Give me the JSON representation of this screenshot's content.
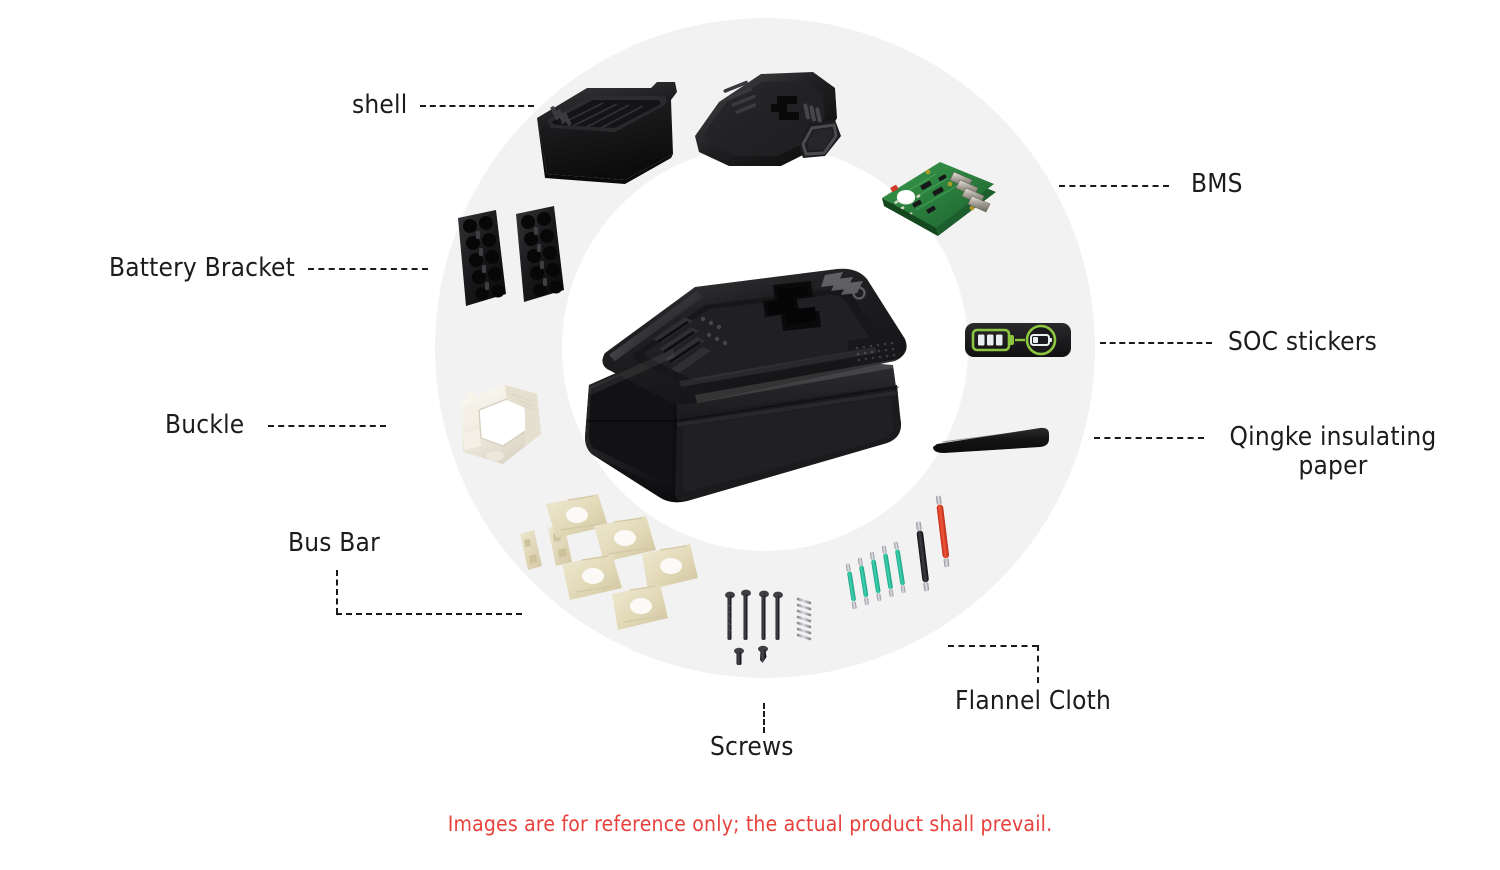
{
  "figure": {
    "title_alt": "Exploded view of power tool battery pack components",
    "disclaimer": "Images are for reference only; the actual product shall prevail.",
    "disclaimer_color": "#e8413c",
    "background_color": "#ffffff",
    "ring_color": "#f2f2f2"
  },
  "labels": {
    "shell": "shell",
    "battery_bracket": "Battery Bracket",
    "buckle": "Buckle",
    "bus_bar": "Bus Bar",
    "screws": "Screws",
    "flannel_cloth": "Flannel Cloth",
    "qingke_insulating_paper": "Qingke insulating paper",
    "soc_stickers": "SOC stickers",
    "bms": "BMS"
  },
  "parts": [
    {
      "id": "shell",
      "label": "shell",
      "color": "#161616",
      "count": 2,
      "description": "black plastic housing halves"
    },
    {
      "id": "battery-bracket",
      "label": "Battery Bracket",
      "color": "#1a1a1a",
      "count": 2,
      "description": "cell holder brackets"
    },
    {
      "id": "buckle",
      "label": "Buckle",
      "color": "#f1ece0",
      "count": 1,
      "description": "white plastic latch buckle"
    },
    {
      "id": "bus-bar",
      "label": "Bus Bar",
      "color": "#e4dcbe",
      "count": 7,
      "description": "nickel bus bar strips"
    },
    {
      "id": "screws",
      "label": "Screws",
      "color": "#2b2b2b",
      "count": 7,
      "description": "long screws, short screws and spring"
    },
    {
      "id": "flannel-cloth",
      "label": "Flannel Cloth",
      "color": "#25b79a",
      "count": 8,
      "description": "coloured lead wires"
    },
    {
      "id": "qingke-insulating-paper",
      "label": "Qingke insulating paper",
      "color": "#161616",
      "count": 1,
      "description": "black insulating strip"
    },
    {
      "id": "soc-stickers",
      "label": "SOC stickers",
      "color": "#7ec242",
      "count": 1,
      "description": "state of charge indicator sticker"
    },
    {
      "id": "bms",
      "label": "BMS",
      "color": "#2a7a3c",
      "count": 1,
      "description": "battery management system PCB"
    },
    {
      "id": "battery-pack",
      "label": "battery pack",
      "color": "#1e1e1e",
      "count": 1,
      "description": "assembled battery pack"
    }
  ],
  "chart_data": {
    "type": "diagram",
    "title": "Battery pack exploded parts diagram",
    "center_item": "assembled battery pack",
    "callouts": [
      {
        "name": "shell",
        "side": "left",
        "angle_deg": 120
      },
      {
        "name": "Battery Bracket",
        "side": "left",
        "angle_deg": 160
      },
      {
        "name": "Buckle",
        "side": "left",
        "angle_deg": 195
      },
      {
        "name": "Bus Bar",
        "side": "left",
        "angle_deg": 225
      },
      {
        "name": "Screws",
        "side": "bottom",
        "angle_deg": 265
      },
      {
        "name": "Flannel Cloth",
        "side": "bottom",
        "angle_deg": 305
      },
      {
        "name": "Qingke insulating paper",
        "side": "right",
        "angle_deg": 345
      },
      {
        "name": "SOC stickers",
        "side": "right",
        "angle_deg": 10
      },
      {
        "name": "BMS",
        "side": "right",
        "angle_deg": 45
      }
    ]
  }
}
